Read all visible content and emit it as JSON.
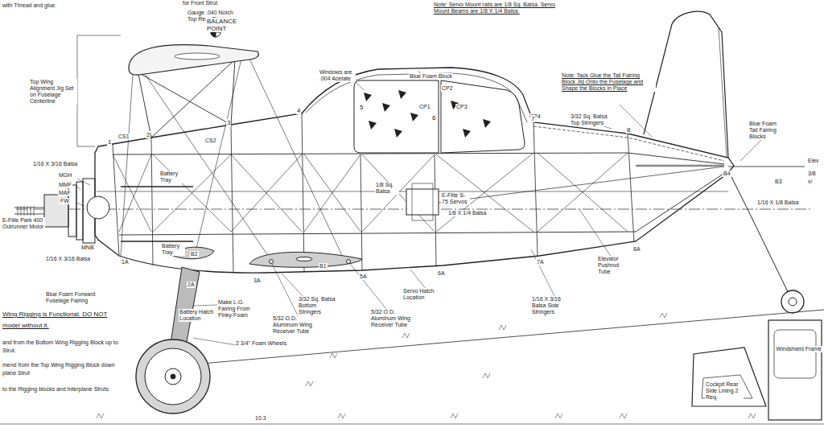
{
  "diagram": {
    "labels": [
      "with Thread and glue.",
      "for Front Strut",
      "Gauge .040 Notch Top Rear Strut",
      "BALANCE POINT",
      "Note: Servo Mount rails are 1/8 Sq. Balsa. Servo Mount Beams are 1/8 X 1/4 Balsa.",
      "Windows are .004 Acetate",
      "Blue Foam Block",
      "CP2",
      "CP1",
      "CP3",
      "CP4",
      "Top Wing Alignment Jig Set on Fuselage Centerline",
      "Note: Tack Glue the Tail Fairing Block Jig Onto the Fuselage and Shape the Blocks in Place",
      "3/32 Sq. Balsa Top Stringers",
      "1",
      "2",
      "3",
      "4",
      "5",
      "6",
      "7",
      "8",
      "CS1",
      "CS2",
      "1/16 X 3/16 Balsa",
      "MGH",
      "MMF",
      "MAF",
      "FW",
      "E-Flite Park 400 Outrunner Motor",
      "Battery Tray",
      "Battery Tray",
      "1/8 Sq. Balsa",
      "E-Flite S-75 Servos",
      "1/8 X 1/4 Balsa",
      "1/16 X 1/8 Balsa",
      "Blue Foam Tail Fairing Blocks",
      "Elev",
      "3/8",
      "x/",
      "B3",
      "B4",
      "MNB",
      "1/16 X 3/16 Balsa",
      "Blue Foam Forward Fuselage Fairing",
      "1A",
      "2A",
      "3A",
      "5A",
      "6A",
      "7A",
      "8A",
      "B2",
      "B1",
      "Battery Hatch Location",
      "3/32 Sq. Balsa Bottom Stringers",
      "5/32 O.D. Aluminum Wing Receiver Tube",
      "5/32 O.D. Aluminum Wing Receiver Tube",
      "Servo Hatch Location",
      "Elevator Pushrod Tube",
      "1/16 X 3/16 Balsa Side Stringers",
      "Make L.G. Fairing From Pinky Foam",
      "2 3/4\" Foam Wheels",
      "Wing Rigging is Functional. DO NOT",
      "model without it.",
      "and from the Bottom Wing Rigging Block up to",
      "Strut.",
      "mend from the Top Wing Rigging Block down",
      "plane Strut",
      "to the Rigging blocks and Interplane Struts",
      "Cockpit Rear Side Lining 2 Req.",
      "Windshield Frame",
      "10.3"
    ]
  }
}
